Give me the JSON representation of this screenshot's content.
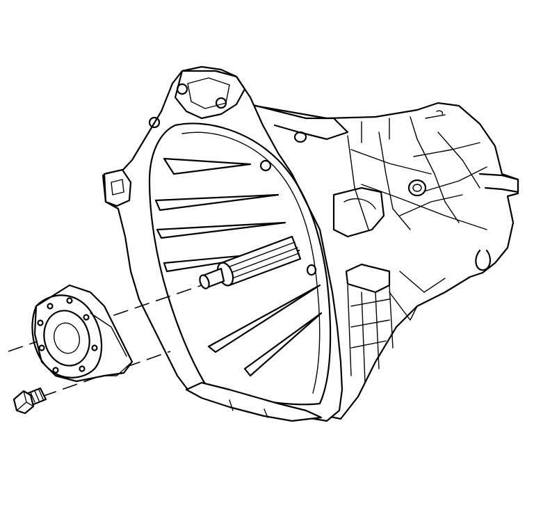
{
  "figure": {
    "subject": "transmission-case-with-bearing-retainer-exploded-view",
    "colors": {
      "line": "#000000",
      "background": "#ffffff"
    },
    "parts": [
      {
        "id": "transmission-case"
      },
      {
        "id": "input-shaft"
      },
      {
        "id": "bearing-retainer"
      },
      {
        "id": "retainer-bolt"
      }
    ]
  }
}
